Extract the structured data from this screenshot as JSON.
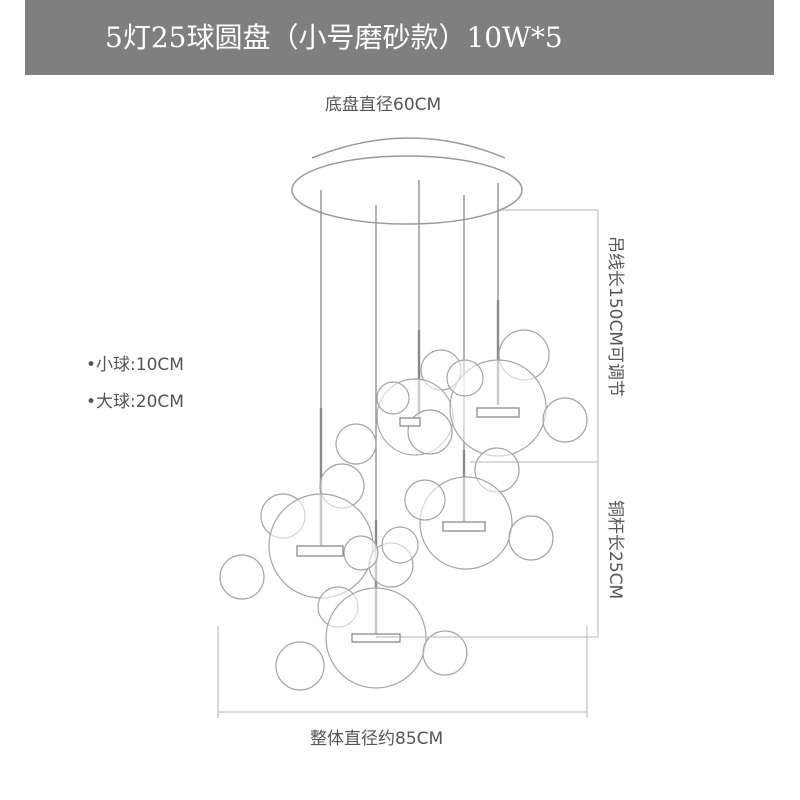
{
  "banner": {
    "title": "5灯25球圆盘（小号磨砂款）10W*5"
  },
  "dimensions": {
    "canopy_diameter": "底盘直径60CM",
    "cable_length": "吊线长150CM可调节",
    "rod_length": "铜杆长25CM",
    "overall_diameter": "整体直径约85CM"
  },
  "specs": {
    "small_ball": "•小球:10CM",
    "large_ball": "•大球:20CM"
  },
  "colors": {
    "banner": "#7f7f7f",
    "line": "#888888",
    "text": "#555555"
  }
}
